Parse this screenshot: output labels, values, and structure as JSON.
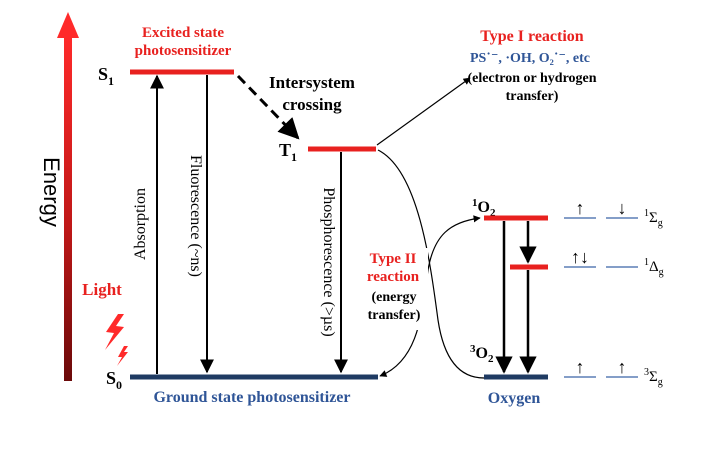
{
  "colors": {
    "red": "#e8211f",
    "navy": "#1f3b63",
    "blue": "#2f5597",
    "black": "#000000",
    "spin_arrow": "#4472c4",
    "level_line": "#5b7fb5"
  },
  "axis": {
    "energy_label": "Energy",
    "light_label": "Light",
    "light_icon": "lightning-bolt-icon"
  },
  "photosensitizer": {
    "excited_title_line1": "Excited state",
    "excited_title_line2": "photosensitizer",
    "s1": {
      "letter": "S",
      "sub": "1"
    },
    "s0": {
      "letter": "S",
      "sub": "0"
    },
    "t1": {
      "letter": "T",
      "sub": "1"
    },
    "ground_label": "Ground state photosensitizer"
  },
  "transitions": {
    "absorption": "Absorption",
    "fluorescence": "Fluorescence (~ns)",
    "phosphorescence": "Phosphorescence (>µs)",
    "isc_line1": "Intersystem",
    "isc_line2": "crossing"
  },
  "type1": {
    "title": "Type I reaction",
    "species": "PS˙⁻, ·OH, O₂˙⁻, etc",
    "desc_line1": "(electron or hydrogen",
    "desc_line2": "transfer)"
  },
  "type2": {
    "title_line1": "Type II",
    "title_line2": "reaction",
    "desc_line1": "(energy",
    "desc_line2": "transfer)"
  },
  "oxygen": {
    "singlet_sup": "1",
    "singlet_o": "O",
    "singlet_sub": "2",
    "triplet_sup": "3",
    "triplet_o": "O",
    "triplet_sub": "2",
    "label": "Oxygen",
    "term_sigma_excited": {
      "sup": "1",
      "sym": "Σ",
      "sub": "g"
    },
    "term_delta": {
      "sup": "1",
      "sym": "Δ",
      "sub": "g"
    },
    "term_sigma_ground": {
      "sup": "3",
      "sym": "Σ",
      "sub": "g"
    },
    "spin_up": "↑",
    "spin_down": "↓",
    "spin_pair": "↑↓"
  }
}
